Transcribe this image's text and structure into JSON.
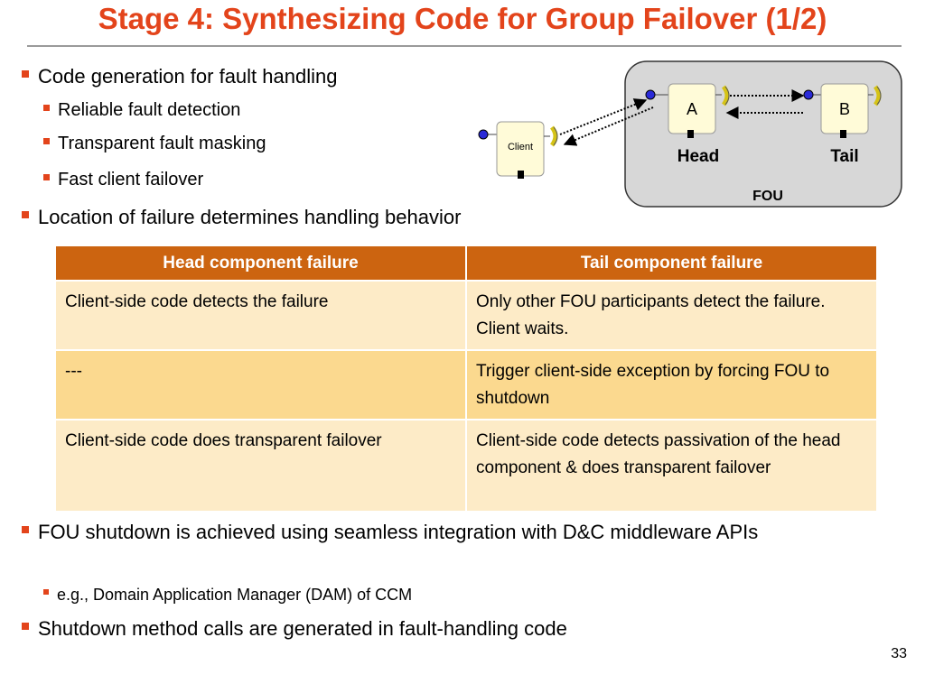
{
  "slide": {
    "title": "Stage 4: Synthesizing Code for Group Failover (1/2)",
    "page_number": "33"
  },
  "bullets": {
    "code_generation": "Code generation for fault handling",
    "reliable_detection": "Reliable fault detection",
    "transparent_masking": "Transparent fault masking",
    "fast_failover": "Fast client failover",
    "location": "Location of failure determines handling behavior",
    "fou_shutdown": "FOU shutdown is achieved using seamless integration with D&C middleware APIs",
    "dam_example": "e.g., Domain Application Manager (DAM) of CCM",
    "shutdown_calls": "Shutdown method calls are generated in fault-handling code"
  },
  "diagram": {
    "client_label": "Client",
    "component_a": "A",
    "component_b": "B",
    "head_label": "Head",
    "tail_label": "Tail",
    "fou_label": "FOU"
  },
  "table": {
    "headers": [
      "Head component failure",
      "Tail component failure"
    ],
    "rows": [
      [
        "Client-side code detects the failure",
        "Only other FOU participants detect the failure. Client waits."
      ],
      [
        "---",
        "Trigger client-side exception by forcing FOU to shutdown"
      ],
      [
        "Client-side code does transparent failover",
        "Client-side code detects passivation of the head component & does transparent failover"
      ]
    ]
  },
  "colors": {
    "title": "#e3441b",
    "bullet_mark": "#e3441b",
    "table_header": "#cc6410",
    "row_light": "#fdebc7",
    "row_dark": "#fbd98f",
    "fou_box": "#d7d7d7",
    "component_box": "#fffbd8",
    "port_blue": "#2a2ad8",
    "port_yellow": "#f1e14a"
  }
}
